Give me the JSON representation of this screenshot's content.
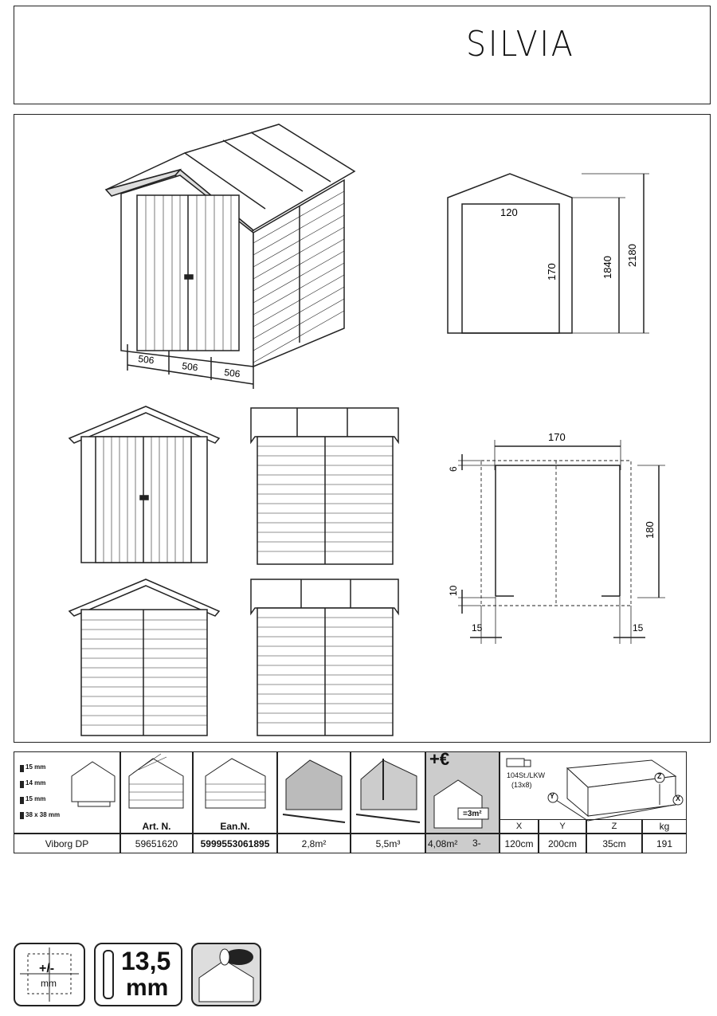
{
  "header": {
    "model_name": "SILVIA"
  },
  "iso_view": {
    "base_dims": [
      "506",
      "506",
      "506"
    ]
  },
  "front_section": {
    "door_width": "120",
    "door_height": "170",
    "wall_height": "1840",
    "total_height": "2180"
  },
  "floor_plan": {
    "width": "170",
    "depth": "180",
    "offset_top": "6",
    "offset_bottom": "10",
    "offset_left": "15",
    "offset_right": "15"
  },
  "spec_table": {
    "wall_layers": [
      "15 mm",
      "14 mm",
      "15 mm",
      "38 x 38 mm"
    ],
    "header_art": "Art. N.",
    "header_ean": "Ean.N.",
    "product_name": "Viborg DP",
    "art_number": "59651620",
    "ean_number": "5999553061895",
    "floor_area": "2,8m²",
    "volume": "5,5m³",
    "extra_symbol": "+€",
    "extra_area": "4,08m²",
    "extra_count": "3-",
    "extra_small_area": "=3m²",
    "truck_capacity": "104St./LKW",
    "truck_grid": "(13x8)",
    "axis_x": "X",
    "axis_y": "Y",
    "axis_z": "Z",
    "dim_x": "120cm",
    "dim_y": "200cm",
    "dim_z": "35cm",
    "weight_unit": "kg",
    "weight": "191"
  },
  "icons": {
    "tolerance": "+/-",
    "tolerance_unit": "mm",
    "thickness": "13,5",
    "thickness_unit": "mm"
  }
}
